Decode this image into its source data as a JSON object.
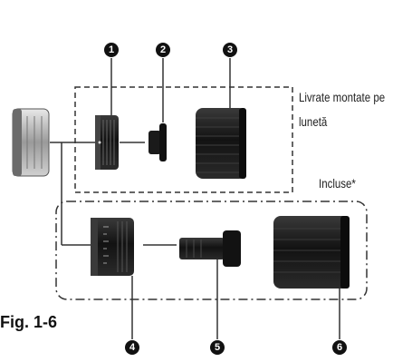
{
  "labels": {
    "caption_top_line1": "Livrate montate pe",
    "caption_top_line2": "lunetă",
    "caption_included": "Incluse*",
    "figure_label": "Fig. 1-6"
  },
  "callouts": [
    "1",
    "2",
    "3",
    "4",
    "5",
    "6"
  ],
  "colors": {
    "callout_bg": "#111111",
    "part_dark": "#1c1c1c",
    "line": "#333333"
  }
}
